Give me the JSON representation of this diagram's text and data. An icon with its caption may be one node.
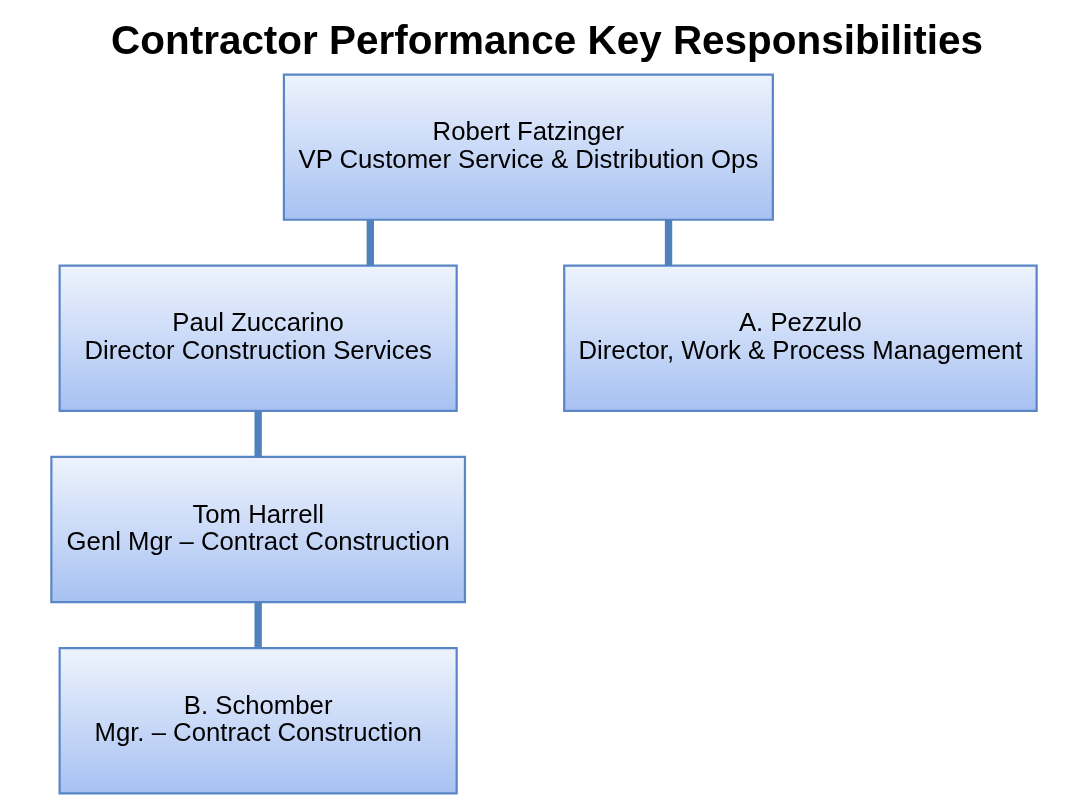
{
  "diagram": {
    "title": "Contractor Performance Key Responsibilities",
    "nodes": [
      {
        "text": [
          "Robert Fatzinger",
          "VP Customer Service & Distribution Ops"
        ]
      },
      {
        "text": [
          "Paul Zuccarino",
          "Director Construction Services"
        ]
      },
      {
        "text": [
          "A. Pezzulo",
          "Director, Work & Process Management"
        ]
      },
      {
        "text": [
          "Tom Harrell",
          "Genl Mgr – Contract Construction"
        ]
      },
      {
        "text": [
          "B. Schomber",
          "Mgr. – Contract Construction"
        ]
      }
    ],
    "edges": [
      {
        "from": 0,
        "to": 1,
        "arrow": "none"
      },
      {
        "from": 0,
        "to": 2,
        "arrow": "none"
      },
      {
        "from": 1,
        "to": 3,
        "arrow": "none"
      },
      {
        "from": 3,
        "to": 4,
        "arrow": "none"
      }
    ]
  }
}
